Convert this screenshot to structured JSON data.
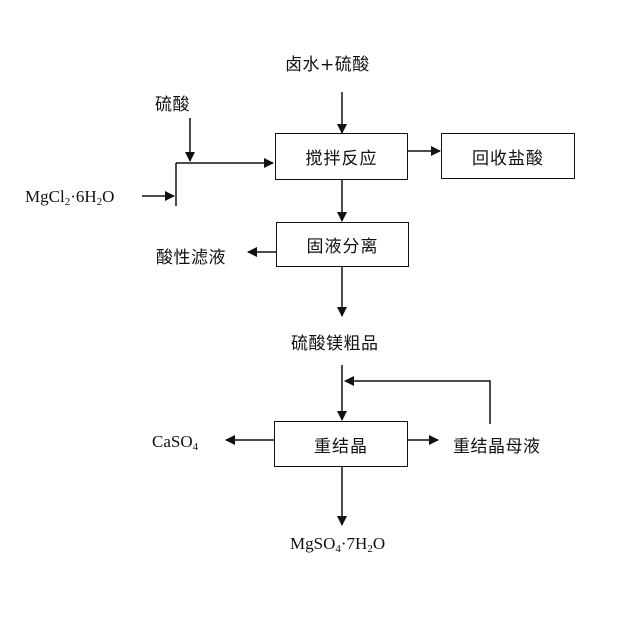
{
  "inputs": {
    "brine_acid": "卤水+硫酸",
    "sulfuric_acid": "硫酸",
    "mgcl2_prefix": "MgCl",
    "mgcl2_sub": "2",
    "mgcl2_mid": "·6H",
    "mgcl2_sub2": "2",
    "mgcl2_suffix": "O"
  },
  "steps": {
    "stir_react": "搅拌反应",
    "recover_hcl": "回收盐酸",
    "solid_liquid_sep": "固液分离",
    "acid_filtrate": "酸性滤液",
    "crude_mgso4": "硫酸镁粗品",
    "recrystallize": "重结晶",
    "mother_liquor": "重结晶母液"
  },
  "outputs": {
    "caso4_prefix": "CaSO",
    "caso4_sub": "4",
    "mgso4_prefix": "MgSO",
    "mgso4_sub": "4",
    "mgso4_mid": "·7H",
    "mgso4_sub2": "2",
    "mgso4_suffix": "O"
  }
}
